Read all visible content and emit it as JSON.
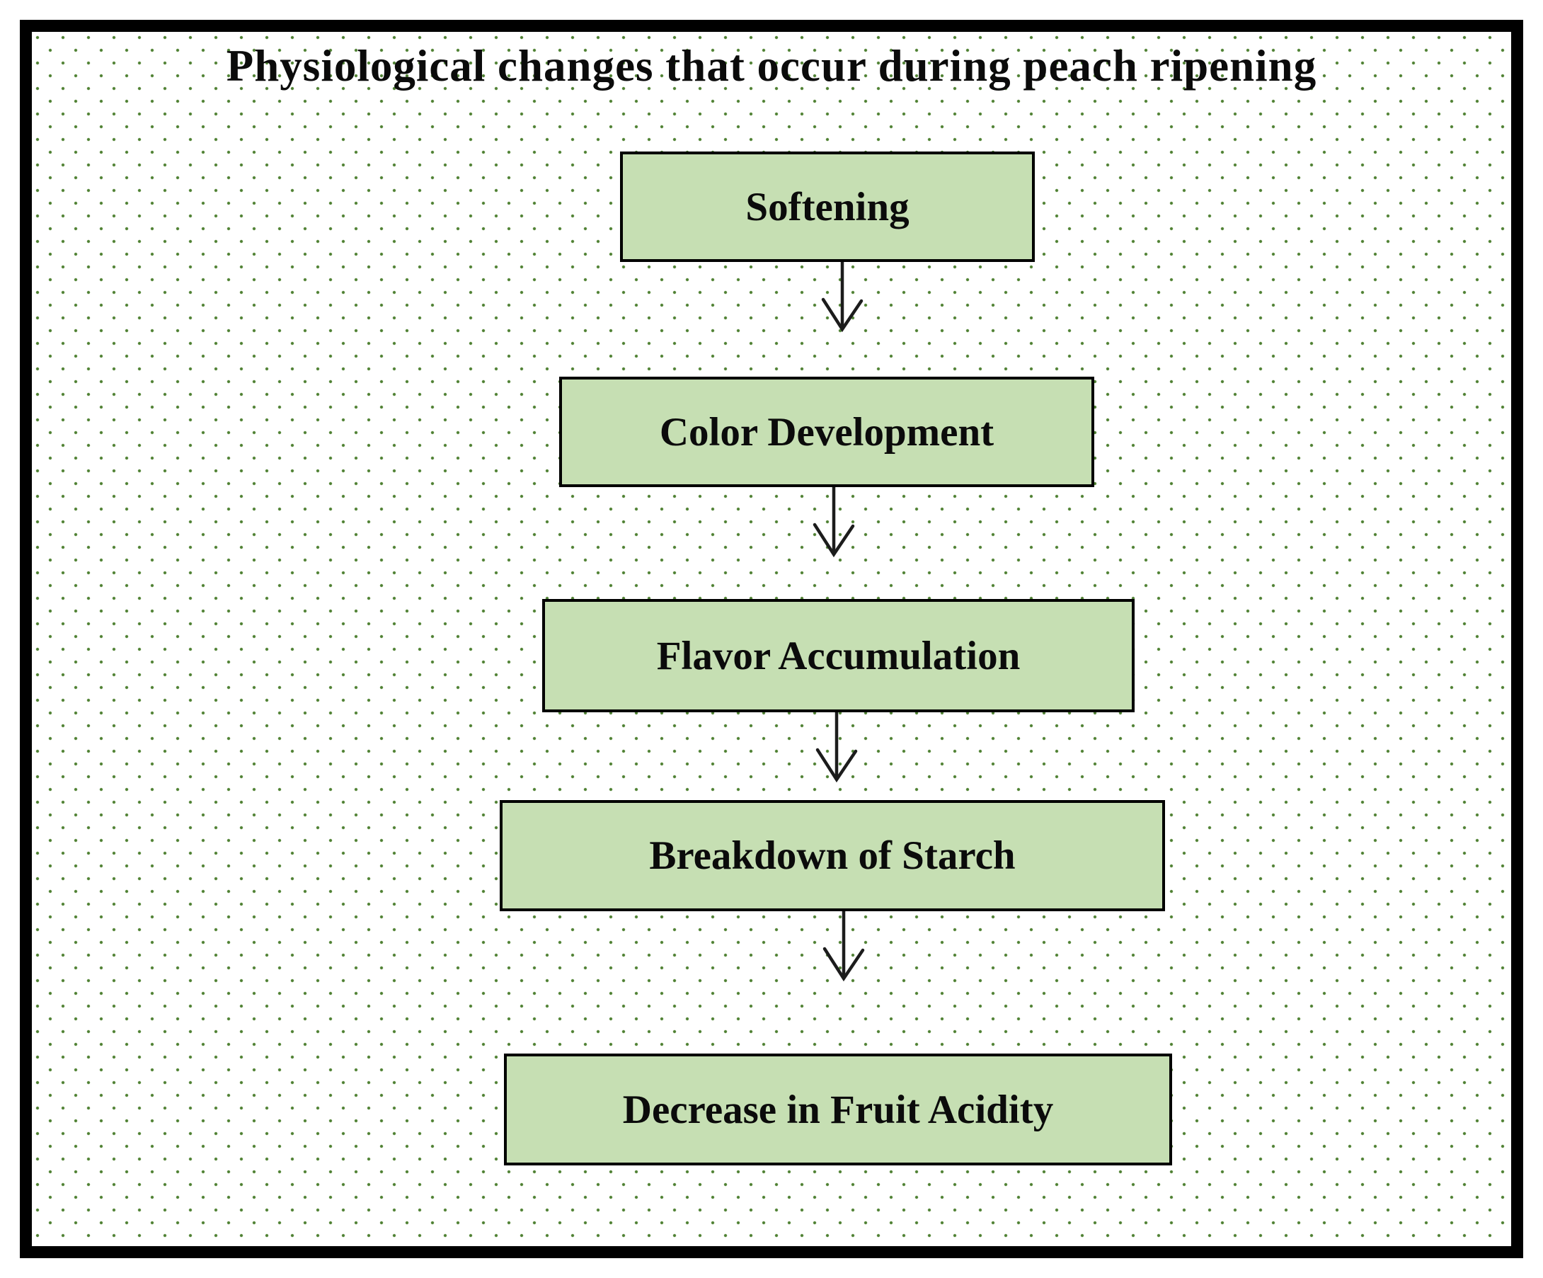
{
  "title": "Physiological changes that occur during peach ripening",
  "flow": {
    "steps": [
      {
        "label": "Softening"
      },
      {
        "label": "Color Development"
      },
      {
        "label": "Flavor Accumulation"
      },
      {
        "label": "Breakdown of Starch"
      },
      {
        "label": "Decrease in Fruit Acidity"
      }
    ]
  },
  "colors": {
    "box_fill": "#c6dfb3",
    "box_border": "#000000",
    "dot": "#4e8033",
    "frame": "#000000",
    "arrow": "#1c1c1c",
    "text": "#0b0b0b"
  }
}
